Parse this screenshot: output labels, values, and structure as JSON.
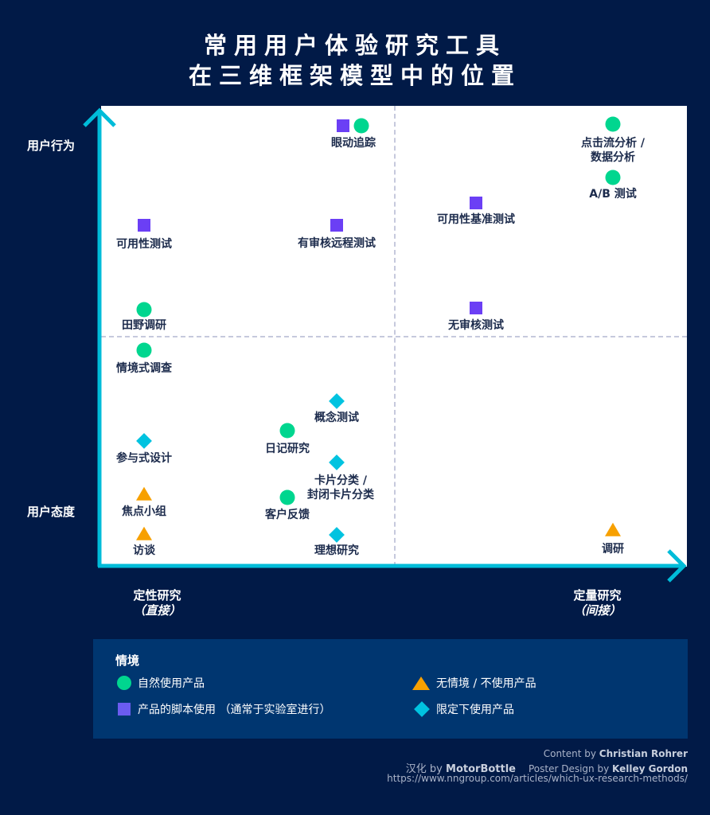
{
  "title": {
    "line1": "常用用户体验研究工具",
    "line2": "在三维框架模型中的位置"
  },
  "axes": {
    "y_top": "用户行为",
    "y_bottom": "用户态度",
    "x_left": "定性研究",
    "x_left_sub": "（直接）",
    "x_right": "定量研究",
    "x_right_sub": "（间接）"
  },
  "colors": {
    "background": "#011a47",
    "natural": "#00d68f",
    "scripted": "#6b3ff5",
    "none": "#f7a000",
    "limited": "#00c3e0",
    "axis": "#00bcd9"
  },
  "methods": [
    {
      "label": "眼动追踪",
      "markers": [
        "square",
        "circle"
      ]
    },
    {
      "label": "点击流分析 /",
      "label2": "数据分析",
      "markers": [
        "circle"
      ]
    },
    {
      "label": "A/B 测试",
      "markers": [
        "circle"
      ]
    },
    {
      "label": "可用性基准测试",
      "markers": [
        "square"
      ]
    },
    {
      "label": "可用性测试",
      "markers": [
        "square"
      ]
    },
    {
      "label": "有审核远程测试",
      "markers": [
        "square"
      ]
    },
    {
      "label": "田野调研",
      "markers": [
        "circle"
      ]
    },
    {
      "label": "无审核测试",
      "markers": [
        "square"
      ]
    },
    {
      "label": "情境式调查",
      "markers": [
        "circle"
      ]
    },
    {
      "label": "概念测试",
      "markers": [
        "diamond"
      ]
    },
    {
      "label": "日记研究",
      "markers": [
        "circle"
      ]
    },
    {
      "label": "参与式设计",
      "markers": [
        "diamond"
      ]
    },
    {
      "label": "卡片分类 /",
      "label2": "封闭卡片分类",
      "markers": [
        "diamond"
      ]
    },
    {
      "label": "焦点小组",
      "markers": [
        "triangle"
      ]
    },
    {
      "label": "客户反馈",
      "markers": [
        "circle"
      ]
    },
    {
      "label": "访谈",
      "markers": [
        "triangle"
      ]
    },
    {
      "label": "理想研究",
      "markers": [
        "diamond"
      ]
    },
    {
      "label": "调研",
      "markers": [
        "triangle"
      ]
    }
  ],
  "legend": {
    "title": "情境",
    "items": [
      {
        "shape": "circle",
        "label": "自然使用产品"
      },
      {
        "shape": "square",
        "label": "产品的脚本使用 （通常于实验室进行）"
      },
      {
        "shape": "triangle",
        "label": "无情境 / 不使用产品"
      },
      {
        "shape": "diamond",
        "label": "限定下使用产品"
      }
    ]
  },
  "footer": {
    "content_prefix": "Content by ",
    "content_author": "Christian Rohrer",
    "translate_prefix": "汉化 by ",
    "translator": "MotorBottle",
    "design_prefix": "Poster Design by ",
    "designer": "Kelley Gordon",
    "url": "https://www.nngroup.com/articles/which-ux-research-methods/"
  }
}
